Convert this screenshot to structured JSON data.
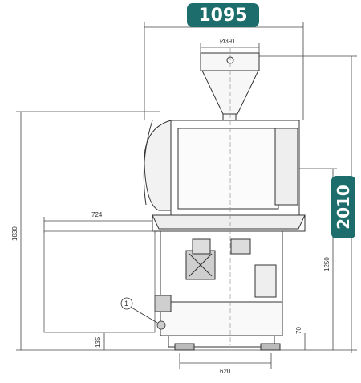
{
  "dimensions": {
    "overall_width": "1095",
    "overall_height": "2010",
    "hopper_diameter": "Ø391",
    "height_left": "1830",
    "side_width": "724",
    "table_height": "1250",
    "base_offset": "70",
    "foot_height": "135",
    "foot_span": "620"
  },
  "callouts": {
    "item_1": "1"
  },
  "colors": {
    "badge": "#1c6d6b",
    "line": "#333333"
  }
}
